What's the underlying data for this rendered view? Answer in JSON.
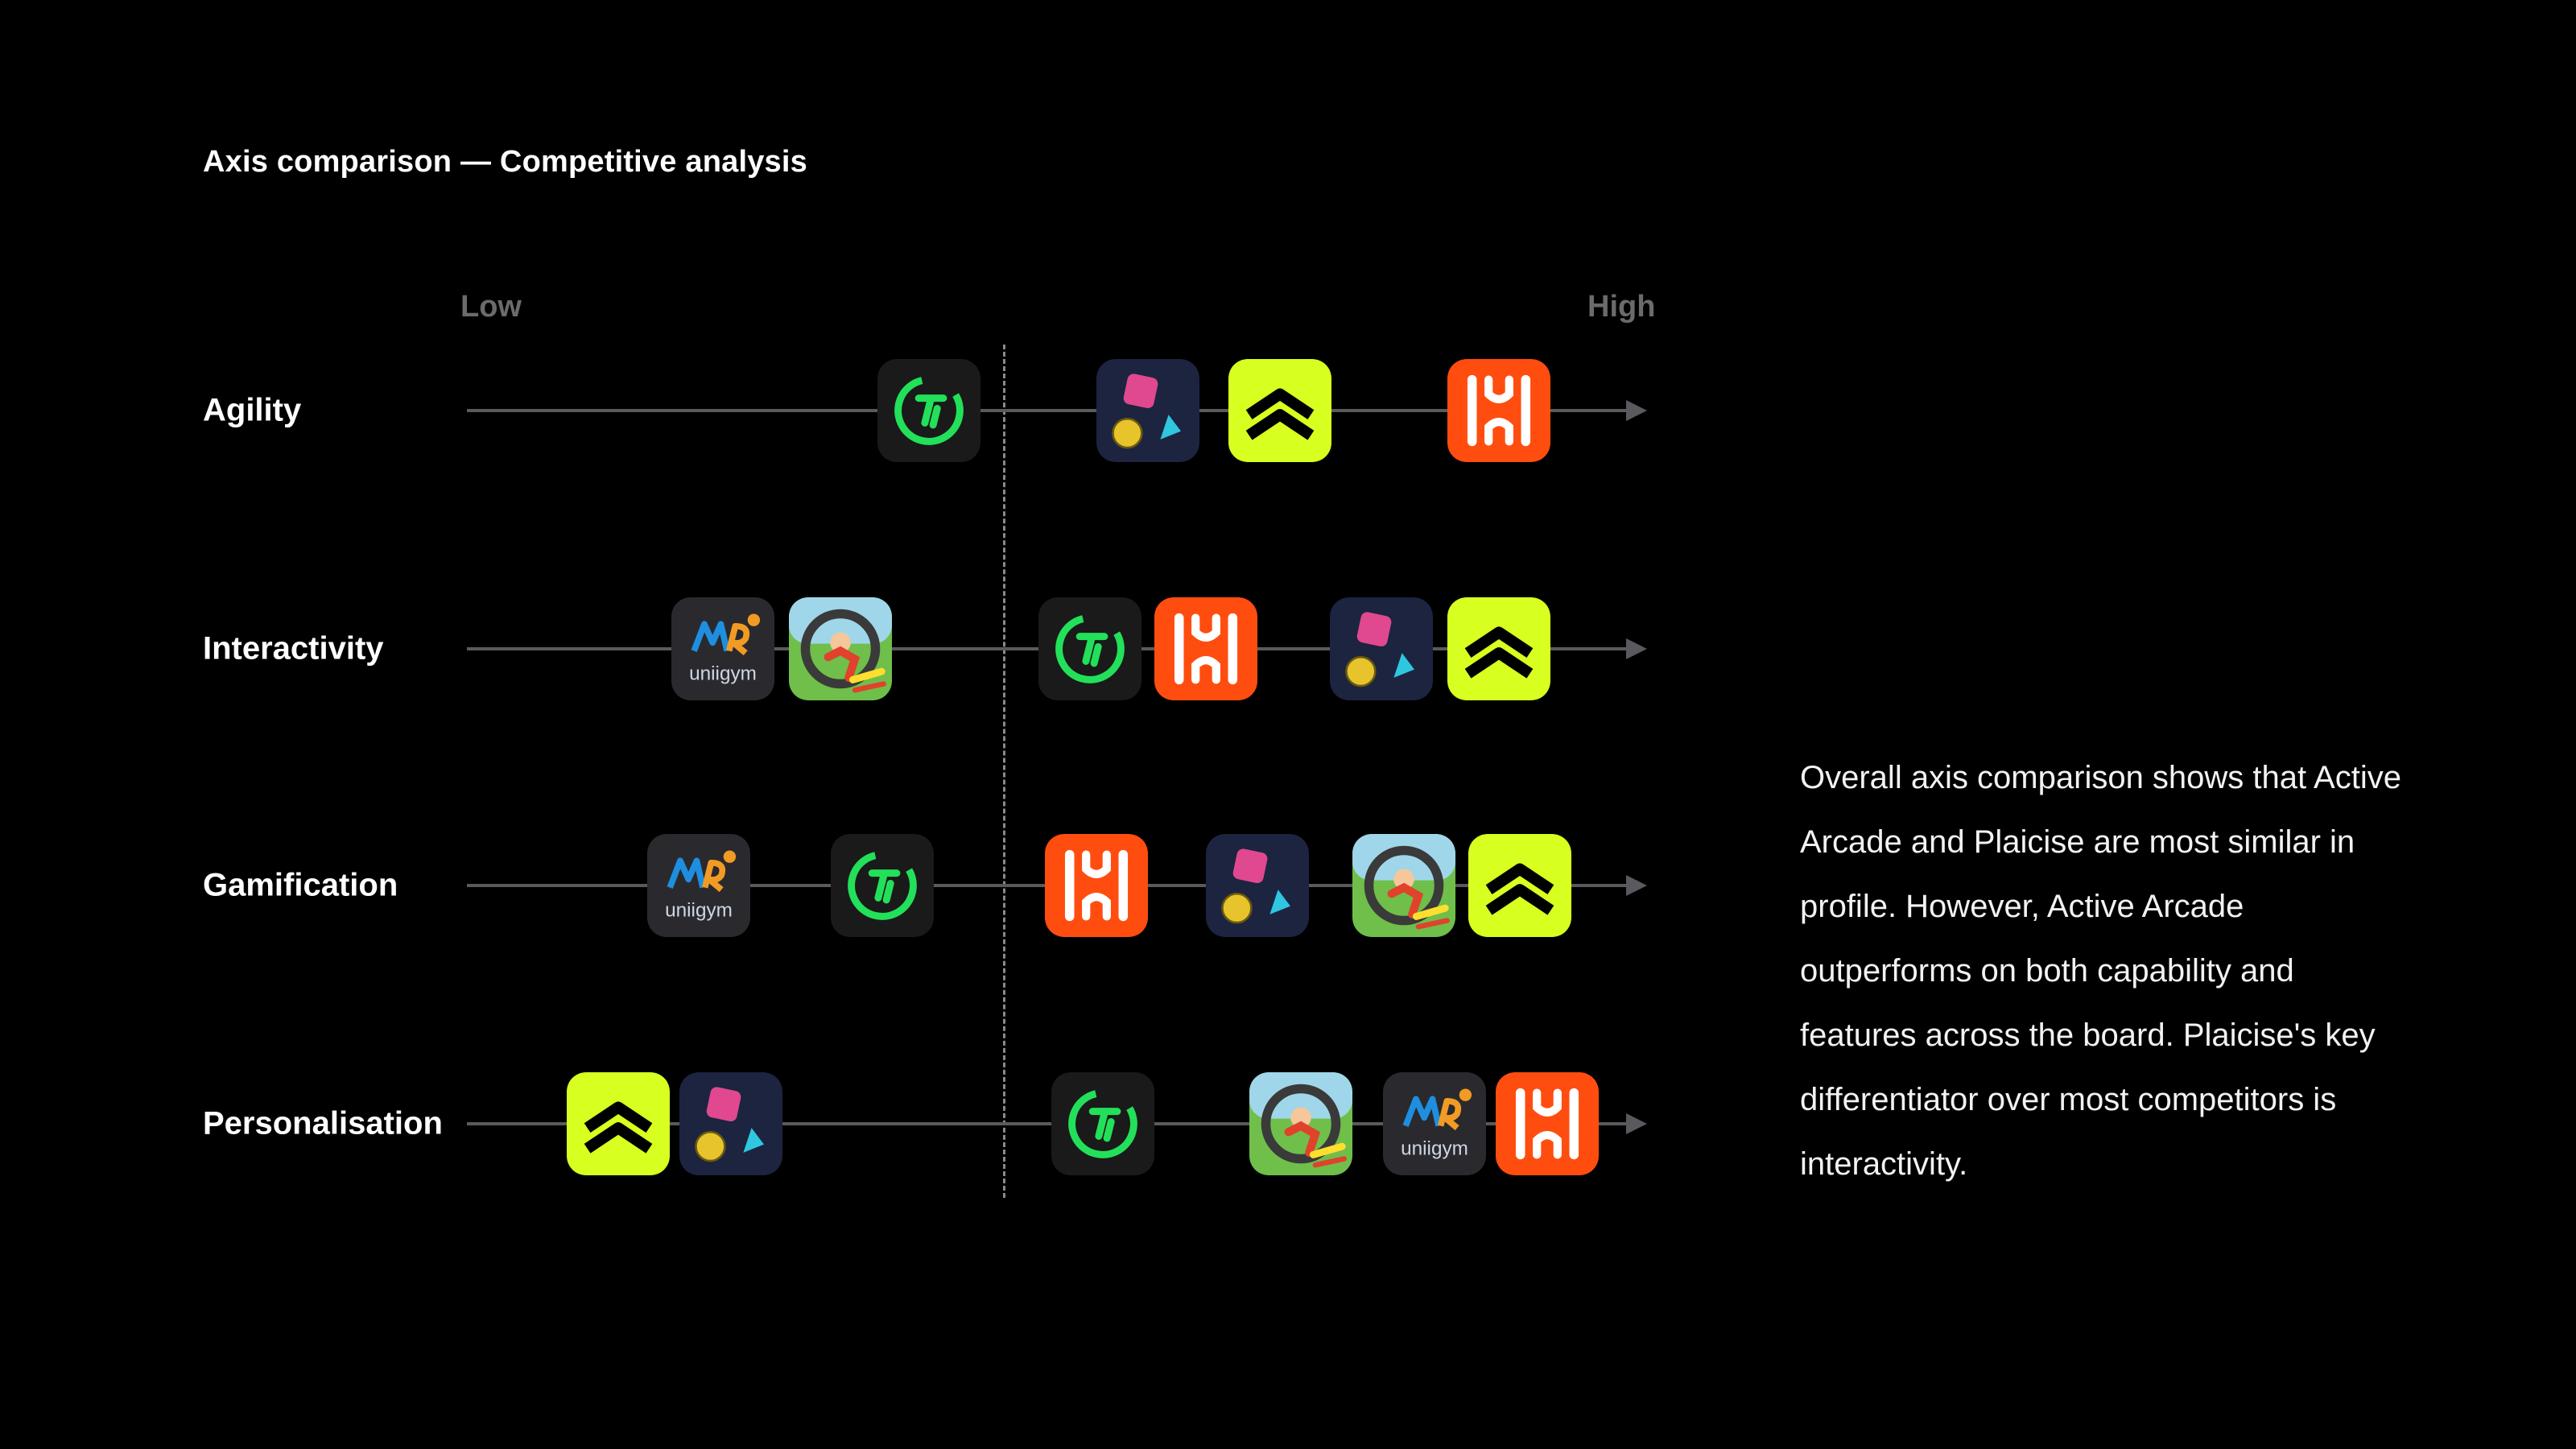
{
  "title": "Axis comparison — Competitive analysis",
  "scale": {
    "low": "Low",
    "high": "High"
  },
  "rows": [
    {
      "label": "Agility",
      "icons": [
        "jr-icon",
        "shapes-icon",
        "chevron-icon",
        "h-logo-icon"
      ]
    },
    {
      "label": "Interactivity",
      "icons": [
        "uniigym-icon",
        "ringfit-icon",
        "jr-icon",
        "h-logo-icon",
        "shapes-icon",
        "chevron-icon"
      ]
    },
    {
      "label": "Gamification",
      "icons": [
        "uniigym-icon",
        "jr-icon",
        "h-logo-icon",
        "shapes-icon",
        "ringfit-icon",
        "chevron-icon"
      ]
    },
    {
      "label": "Personalisation",
      "icons": [
        "chevron-icon",
        "shapes-icon",
        "jr-icon",
        "ringfit-icon",
        "uniigym-icon",
        "h-logo-icon"
      ]
    }
  ],
  "uniigym_text": "uniigym",
  "summary": "Overall axis comparison shows that Active Arcade and Plaicise are most similar in profile. However, Active Arcade outperforms on both capability and features across the board. Plaicise's key differentiator over most competitors is interactivity.",
  "colors": {
    "background": "#000000",
    "axis": "#5a5a5e",
    "scale_label": "#6b6b6b",
    "jr_green": "#22e05a",
    "chevron_bg": "#d7ff1f",
    "h_logo_bg": "#ff4d0f",
    "shapes_bg": "#1c2440"
  }
}
